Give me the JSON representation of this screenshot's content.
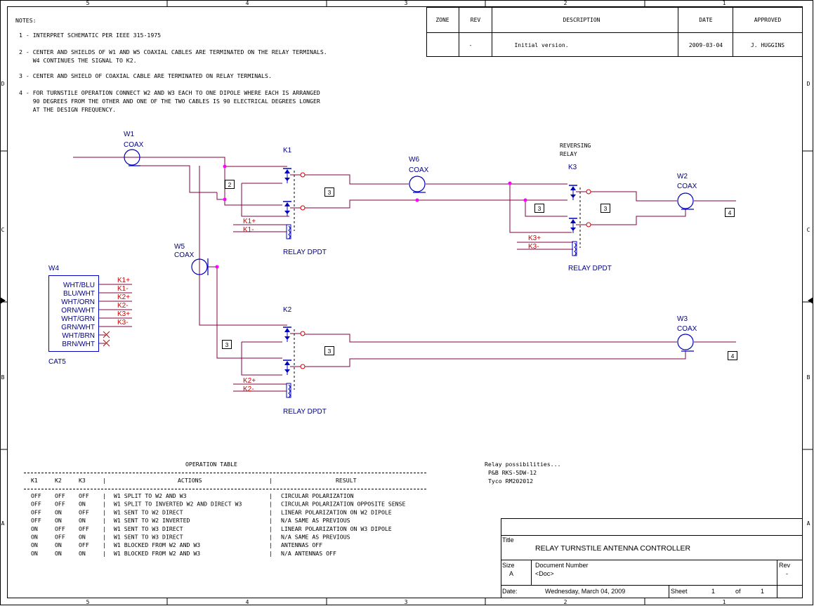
{
  "border": {
    "top_zones": [
      "5",
      "4",
      "3",
      "2",
      "1"
    ],
    "side_zones": [
      "D",
      "C",
      "B",
      "A"
    ]
  },
  "notes": {
    "heading": "NOTES:",
    "items": [
      [
        "1 - INTERPRET SCHEMATIC PER IEEE 315-1975"
      ],
      [
        "2 - CENTER AND SHIELDS OF W1 AND W5 COAXIAL CABLES ARE TERMINATED ON THE RELAY TERMINALS.",
        "    W4 CONTINUES THE SIGNAL TO K2."
      ],
      [
        "3 - CENTER AND SHIELD OF COAXIAL CABLE ARE TERMINATED ON RELAY TERMINALS."
      ],
      [
        "4 - FOR TURNSTILE OPERATION CONNECT W2 AND W3 EACH TO ONE DIPOLE WHERE EACH IS ARRANGED",
        "    90 DEGREES FROM THE OTHER AND ONE OF THE TWO CABLES IS 90 ELECTRICAL DEGREES LONGER",
        "    AT THE DESIGN FREQUENCY."
      ]
    ]
  },
  "revisions": {
    "headers": [
      "ZONE",
      "REV",
      "DESCRIPTION",
      "DATE",
      "APPROVED"
    ],
    "rows": [
      [
        "",
        "-",
        "Initial version.",
        "2009-03-04",
        "J. HUGGINS"
      ]
    ]
  },
  "components": {
    "w1": {
      "name": "W1",
      "type": "COAX"
    },
    "w5": {
      "name": "W5",
      "type": "COAX"
    },
    "w6": {
      "name": "W6",
      "type": "COAX"
    },
    "w2": {
      "name": "W2",
      "type": "COAX"
    },
    "w3": {
      "name": "W3",
      "type": "COAX"
    },
    "k1": {
      "name": "K1",
      "caption": "RELAY DPDT",
      "coil_plus": "K1+",
      "coil_minus": "K1-"
    },
    "k2": {
      "name": "K2",
      "caption": "RELAY DPDT",
      "coil_plus": "K2+",
      "coil_minus": "K2-"
    },
    "k3": {
      "name": "K3",
      "caption": "RELAY DPDT",
      "coil_plus": "K3+",
      "coil_minus": "K3-",
      "note_line1": "REVERSING",
      "note_line2": "RELAY"
    },
    "w4": {
      "name": "W4",
      "caption": "CAT5",
      "pins": [
        "WHT/BLU",
        "BLU/WHT",
        "WHT/ORN",
        "ORN/WHT",
        "WHT/GRN",
        "GRN/WHT",
        "WHT/BRN",
        "BRN/WHT"
      ],
      "nets": [
        "K1+",
        "K1-",
        "K2+",
        "K2-",
        "K3+",
        "K3-"
      ]
    }
  },
  "note_flags": {
    "w1_w5": "2",
    "k1_out": "3",
    "w6_k3": "3",
    "k3_out": "3",
    "w5_k2": "3",
    "k2_out": "3",
    "w2": "4",
    "w3": "4"
  },
  "operation_table": {
    "title": "OPERATION TABLE",
    "headers": [
      "K1",
      "K2",
      "K3",
      "ACTIONS",
      "RESULT"
    ],
    "rows": [
      [
        "OFF",
        "OFF",
        "OFF",
        "W1 SPLIT TO W2 AND W3",
        "CIRCULAR POLARIZATION"
      ],
      [
        "OFF",
        "OFF",
        "ON",
        "W1 SPLIT TO INVERTED W2 AND DIRECT W3",
        "CIRCULAR POLARIZATION OPPOSITE SENSE"
      ],
      [
        "OFF",
        "ON",
        "OFF",
        "W1 SENT TO W2 DIRECT",
        "LINEAR POLARIZATION ON W2 DIPOLE"
      ],
      [
        "OFF",
        "ON",
        "ON",
        "W1 SENT TO W2 INVERTED",
        "N/A SAME AS PREVIOUS"
      ],
      [
        "ON",
        "OFF",
        "OFF",
        "W1 SENT TO W3 DIRECT",
        "LINEAR POLARIZATION ON W3 DIPOLE"
      ],
      [
        "ON",
        "OFF",
        "ON",
        "W1 SENT TO W3 DIRECT",
        "N/A SAME AS PREVIOUS"
      ],
      [
        "ON",
        "ON",
        "OFF",
        "W1 BLOCKED FROM W2 AND W3",
        "ANTENNAS OFF"
      ],
      [
        "ON",
        "ON",
        "ON",
        "W1 BLOCKED FROM W2 AND W3",
        "N/A ANTENNAS OFF"
      ]
    ]
  },
  "relay_options": {
    "heading": "Relay possibilities...",
    "items": [
      "P&B RKS-5DW-12",
      "Tyco RM202012"
    ]
  },
  "title_block": {
    "title_label": "Title",
    "title": "RELAY TURNSTILE ANTENNA CONTROLLER",
    "size_label": "Size",
    "size": "A",
    "docnum_label": "Document Number",
    "docnum": "<Doc>",
    "rev_label": "Rev",
    "rev": "-",
    "date_label": "Date:",
    "date": "Wednesday, March 04, 2009",
    "sheet_label": "Sheet",
    "sheet": "1",
    "of_label": "of",
    "of": "1"
  },
  "colors": {
    "wire": "#800040",
    "component": "#0000c0",
    "label": "#000080",
    "net": "#d00000",
    "junction": "#ff00ff",
    "frame": "#000000"
  }
}
